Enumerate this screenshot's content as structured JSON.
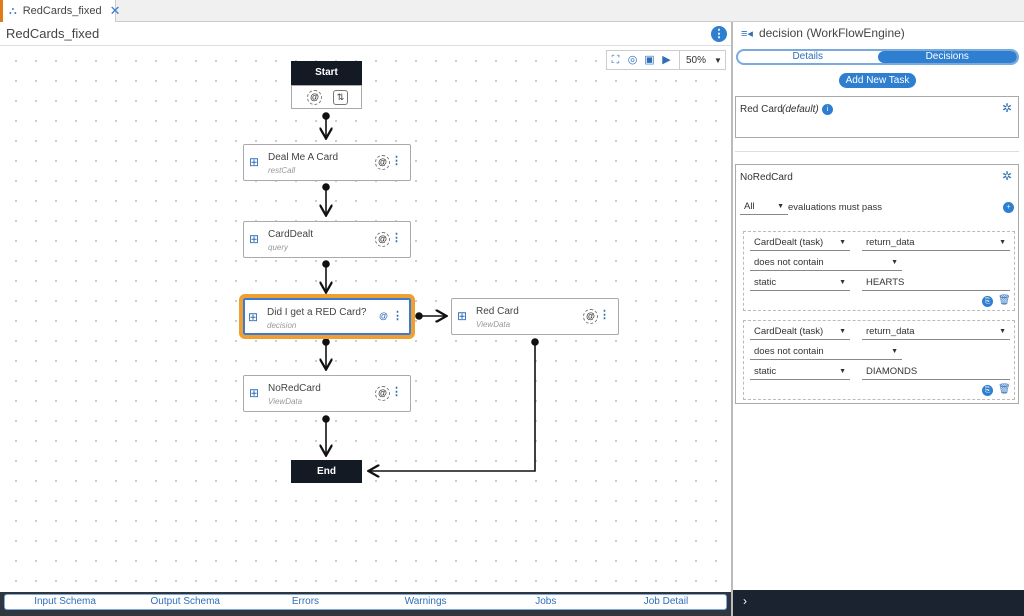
{
  "tab": {
    "label": "RedCards_fixed",
    "close": "✕"
  },
  "workflow": {
    "title": "RedCards_fixed"
  },
  "toolbar": {
    "zoom": "50%"
  },
  "nodes": {
    "start": {
      "label": "Start"
    },
    "deal": {
      "title": "Deal Me A Card",
      "subtitle": "restCall"
    },
    "dealt": {
      "title": "CardDealt",
      "subtitle": "query"
    },
    "decision": {
      "title": "Did I get a RED Card?",
      "subtitle": "decision"
    },
    "redcard": {
      "title": "Red Card",
      "subtitle": "ViewData"
    },
    "noredcard": {
      "title": "NoRedCard",
      "subtitle": "ViewData"
    },
    "end": {
      "label": "End"
    }
  },
  "bottom_tabs": [
    "Input Schema",
    "Output Schema",
    "Errors",
    "Warnings",
    "Jobs",
    "Job Detail"
  ],
  "panel": {
    "title": "decision (WorkFlowEngine)",
    "tabs": {
      "details": "Details",
      "decisions": "Decisions"
    },
    "add_task": "Add New Task",
    "default_card": {
      "name": "Red Card",
      "suffix": "(default)"
    },
    "rule_card": {
      "name": "NoRedCard",
      "match": "All",
      "match_suffix": "evaluations must pass",
      "conditions": [
        {
          "source": "CardDealt (task)",
          "field": "return_data",
          "operator": "does not contain",
          "type": "static",
          "value": "HEARTS"
        },
        {
          "source": "CardDealt (task)",
          "field": "return_data",
          "operator": "does not contain",
          "type": "static",
          "value": "DIAMONDS"
        }
      ]
    },
    "footer_chevron": "›"
  },
  "colors": {
    "accent": "#2f7fd0",
    "selection": "#f0a030",
    "terminal": "#141a24"
  }
}
